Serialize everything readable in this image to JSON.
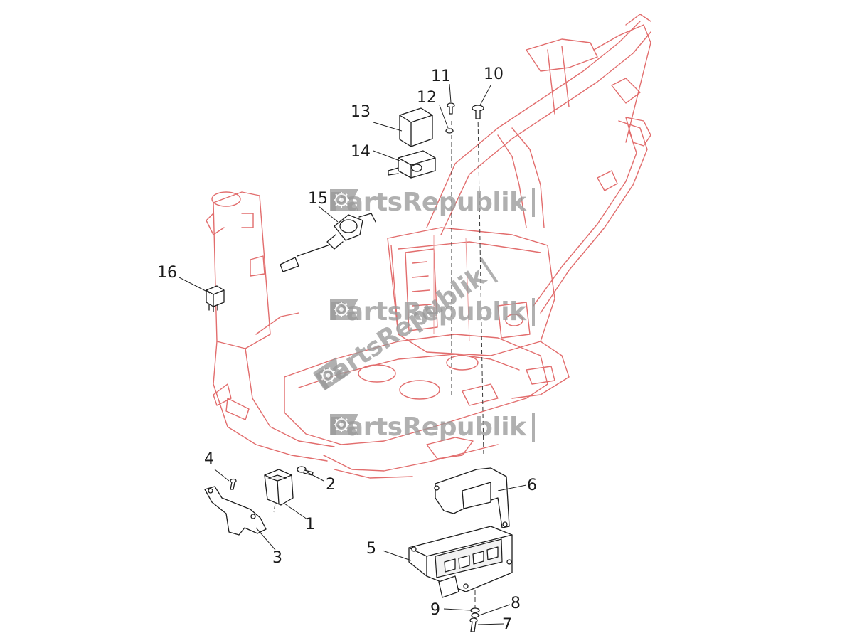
{
  "watermark": {
    "text": "PartsRepublik",
    "icon": "gear-flag-icon",
    "color": "#9a9a9a"
  },
  "colors": {
    "frame": "#e26d6d",
    "parts": "#1d1d1d",
    "background": "#ffffff"
  },
  "callouts": [
    {
      "id": "c1",
      "label": "1"
    },
    {
      "id": "c2",
      "label": "2"
    },
    {
      "id": "c3",
      "label": "3"
    },
    {
      "id": "c4",
      "label": "4"
    },
    {
      "id": "c5",
      "label": "5"
    },
    {
      "id": "c6",
      "label": "6"
    },
    {
      "id": "c7",
      "label": "7"
    },
    {
      "id": "c8",
      "label": "8"
    },
    {
      "id": "c9",
      "label": "9"
    },
    {
      "id": "c10",
      "label": "10"
    },
    {
      "id": "c11",
      "label": "11"
    },
    {
      "id": "c12",
      "label": "12"
    },
    {
      "id": "c13",
      "label": "13"
    },
    {
      "id": "c14",
      "label": "14"
    },
    {
      "id": "c15",
      "label": "15"
    },
    {
      "id": "c16",
      "label": "16"
    }
  ]
}
